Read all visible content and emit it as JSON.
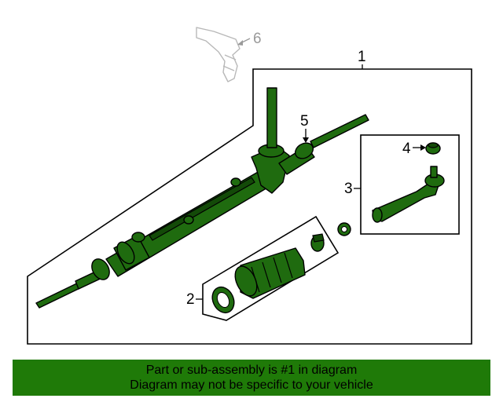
{
  "callouts": {
    "c1": "1",
    "c2": "2",
    "c3": "3",
    "c4": "4",
    "c5": "5",
    "c6": "6"
  },
  "colors": {
    "part_green": "#1f6b0f",
    "banner_green": "#1f7a08",
    "ghost_gray": "#b8b8b8"
  },
  "banner": {
    "line1": "Part or sub-assembly is #1 in diagram",
    "line2": "Diagram may not be specific to your vehicle"
  }
}
